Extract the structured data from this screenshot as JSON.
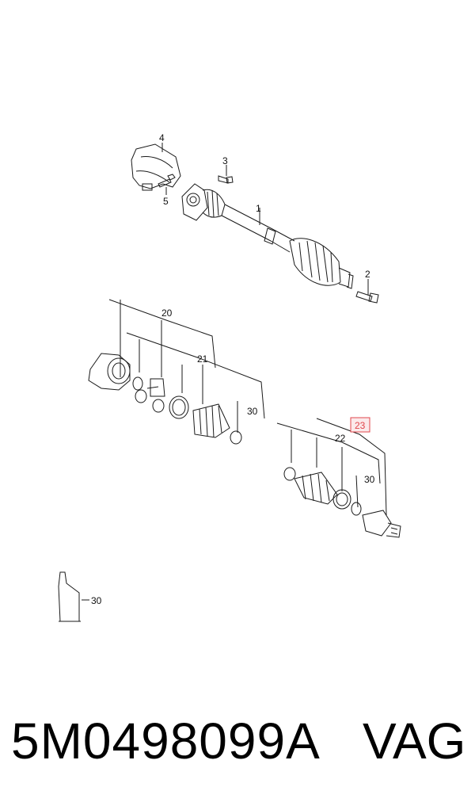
{
  "callouts": {
    "c1": "1",
    "c2": "2",
    "c3": "3",
    "c4": "4",
    "c5": "5",
    "c20": "20",
    "c21": "21",
    "c22": "22",
    "c23": "23",
    "c30a": "30",
    "c30b": "30",
    "c30c": "30"
  },
  "highlight_color": "#e0474c",
  "footer": {
    "part_number": "5M0498099A",
    "brand": "VAG"
  }
}
